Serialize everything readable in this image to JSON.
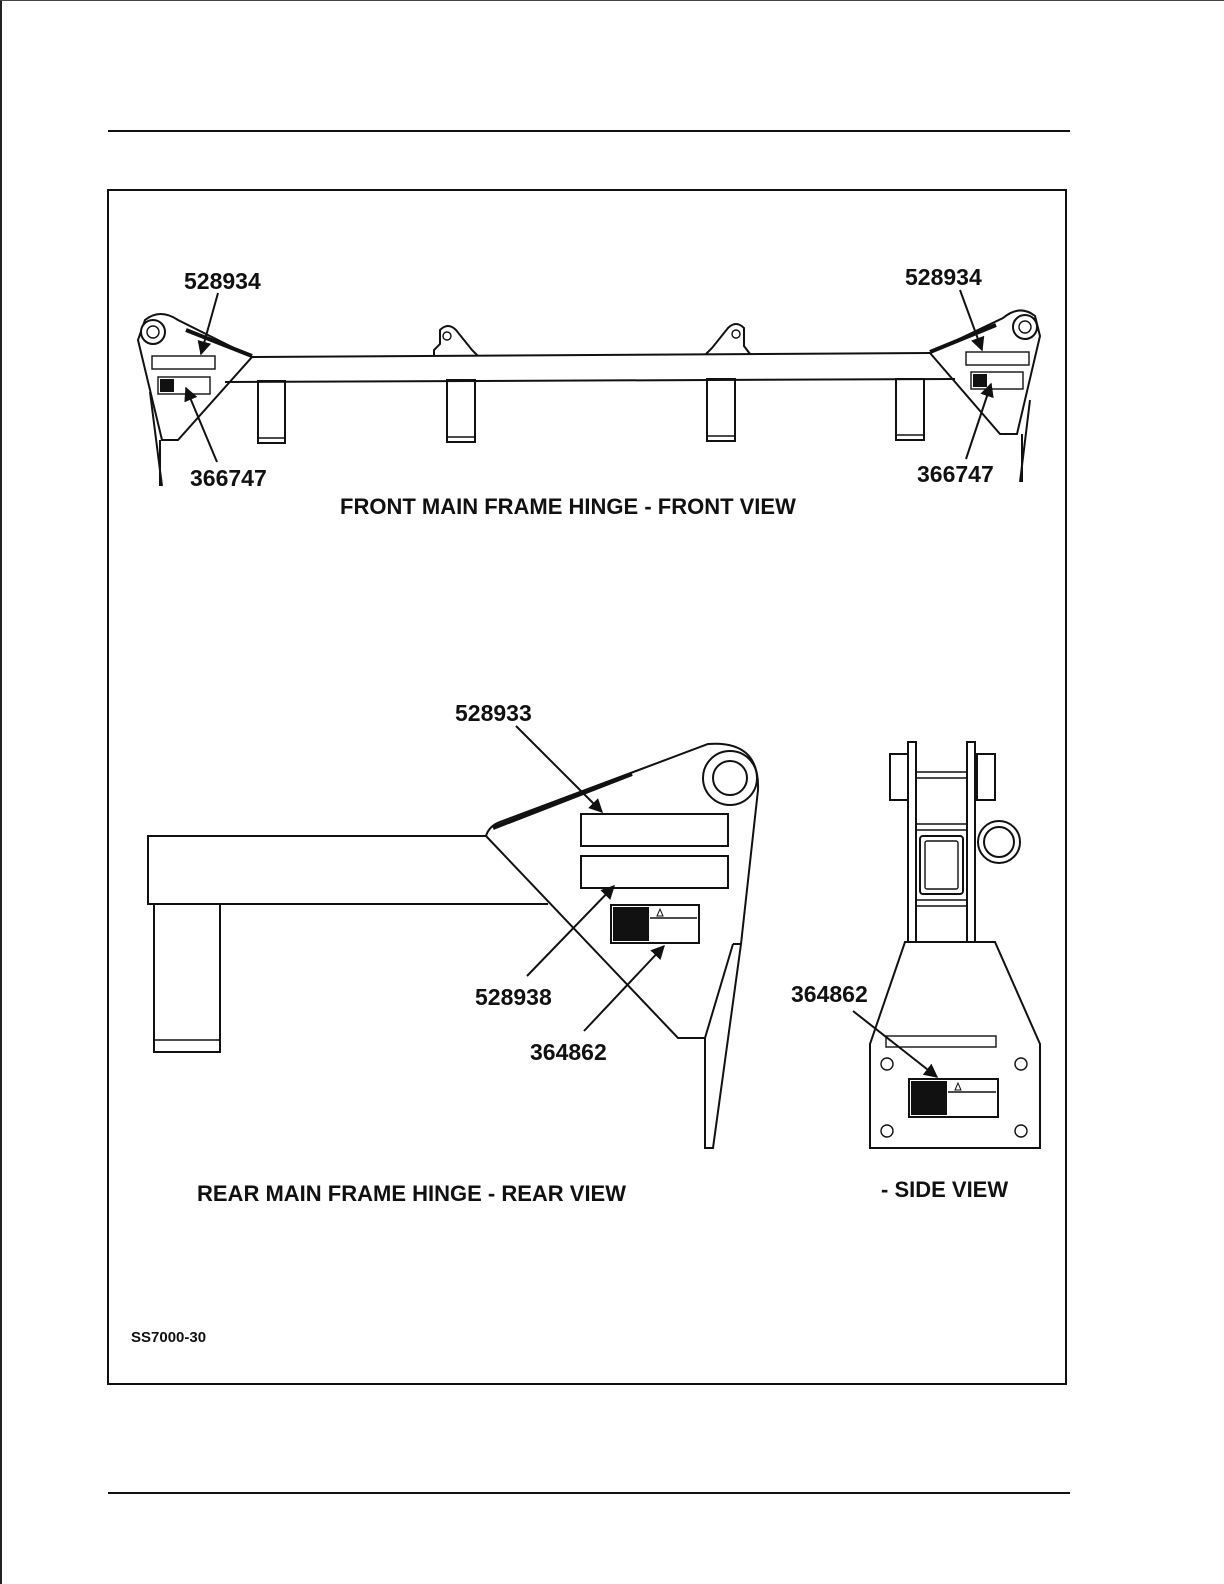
{
  "figure": {
    "callouts": {
      "front_left_top": "528934",
      "front_left_bottom": "366747",
      "front_right_top": "528934",
      "front_right_bottom": "366747",
      "rear_top": "528933",
      "rear_mid": "528938",
      "rear_bottom": "364862",
      "side": "364862"
    },
    "captions": {
      "front": "FRONT MAIN FRAME HINGE - FRONT VIEW",
      "rear": "REAR MAIN FRAME HINGE - REAR VIEW",
      "side": "- SIDE VIEW"
    },
    "figure_id": "SS7000-30"
  }
}
